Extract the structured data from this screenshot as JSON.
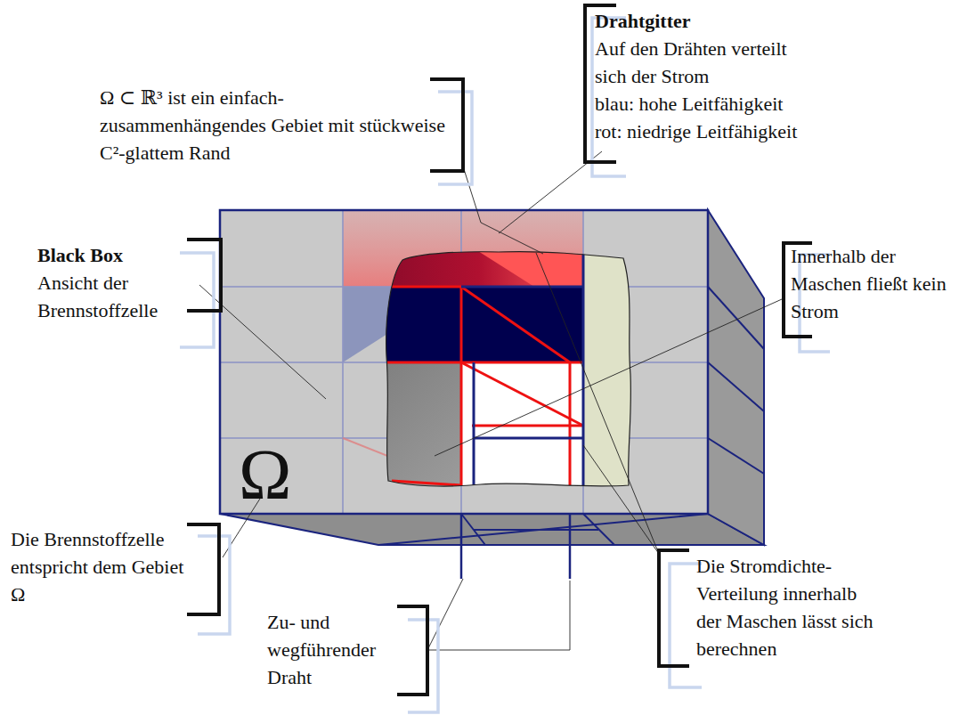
{
  "diagram": {
    "labels": [
      "Drahtgitter",
      "Auf den Drähten verteilt sich der Strom",
      "blau: hohe Leitfähigkeit",
      "rot: niedrige Leitfähigkeit",
      "Ω ⊂ ℝ³ ist ein einfach- zusammenhängendes Gebiet mit stückweise C²-glattem Rand",
      "Black Box",
      "Ansicht der Brennstoffzelle",
      "Innerhalb der Maschen fließt kein Strom",
      "Die Brennstoffzelle entspricht dem Gebiet Ω",
      "Zu- und wegführender Draht",
      "Die Stromdichte- Verteilung innerhalb der Maschen lässt sich berechnen",
      "Ω"
    ]
  }
}
